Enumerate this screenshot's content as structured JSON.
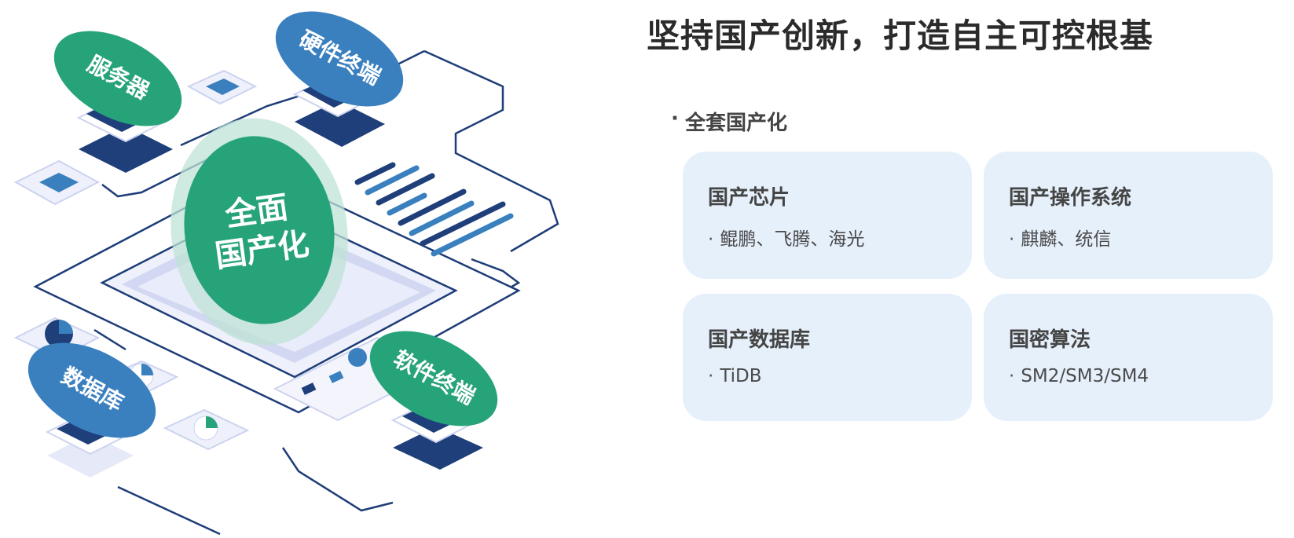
{
  "illustration": {
    "center_label_line1": "全面",
    "center_label_line2": "国产化",
    "tags": {
      "server": "服务器",
      "hardware": "硬件终端",
      "database": "数据库",
      "software": "软件终端"
    },
    "colors": {
      "green": "#27a37a",
      "blue": "#3a80bf",
      "navy": "#1f3f7a",
      "outline": "#1e3d78",
      "light_purple": "#dfe2f6"
    }
  },
  "page": {
    "title": "坚持国产创新，打造自主可控根基",
    "section_heading": "全套国产化"
  },
  "cards": [
    {
      "title": "国产芯片",
      "bullet": "·",
      "item": "鲲鹏、飞腾、海光"
    },
    {
      "title": "国产操作系统",
      "bullet": "·",
      "item": "麒麟、统信"
    },
    {
      "title": "国产数据库",
      "bullet": "·",
      "item": "TiDB"
    },
    {
      "title": "国密算法",
      "bullet": "·",
      "item": "SM2/SM3/SM4"
    }
  ]
}
